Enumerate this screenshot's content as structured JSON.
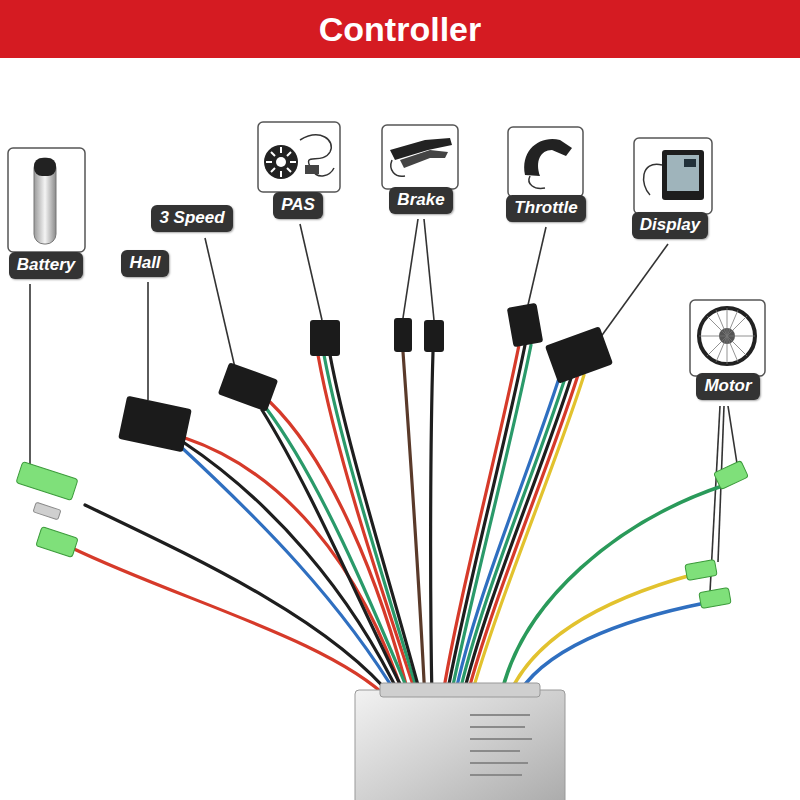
{
  "diagram": {
    "title": "Controller",
    "nodes": [
      {
        "text": [
          "Battery"
        ]
      },
      {
        "text": [
          "Hall"
        ]
      },
      {
        "text": [
          "3 Speed"
        ]
      },
      {
        "text": [
          "PAS"
        ]
      },
      {
        "text": [
          "Brake"
        ]
      },
      {
        "text": [
          "Throttle"
        ]
      },
      {
        "text": [
          "Display"
        ]
      },
      {
        "text": [
          "Motor"
        ]
      }
    ]
  }
}
